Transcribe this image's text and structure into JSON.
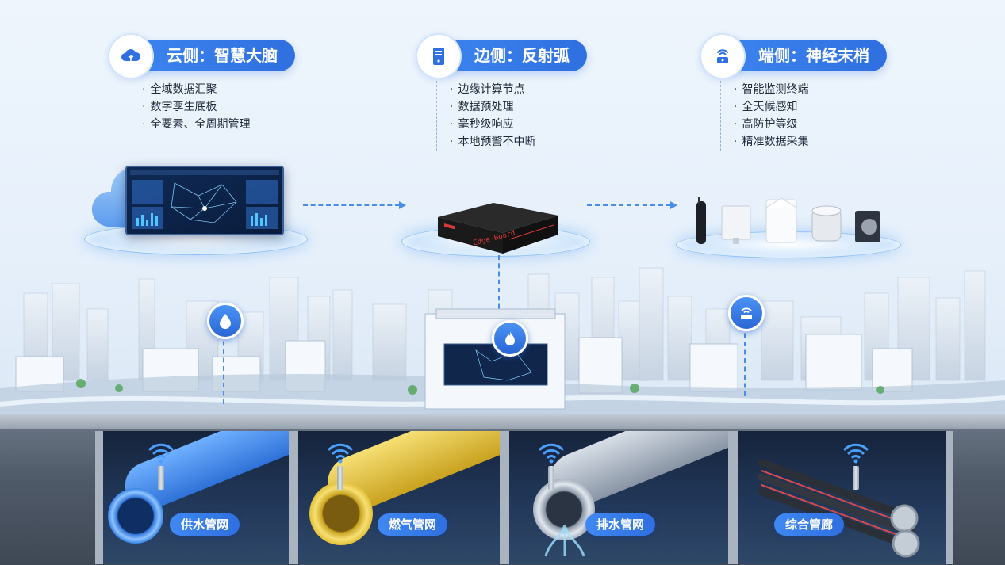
{
  "tiers": [
    {
      "id": "cloud",
      "title": "云侧：智慧大脑",
      "icon": "cloud-tree-icon",
      "bullets": [
        "全域数据汇聚",
        "数字孪生底板",
        "全要素、全周期管理"
      ]
    },
    {
      "id": "edge",
      "title": "边侧：反射弧",
      "icon": "server-icon",
      "bullets": [
        "边缘计算节点",
        "数据预处理",
        "毫秒级响应",
        "本地预警不中断"
      ]
    },
    {
      "id": "terminal",
      "title": "端侧：神经末梢",
      "icon": "sensor-signal-icon",
      "bullets": [
        "智能监测终端",
        "全天候感知",
        "高防护等级",
        "精准数据采集"
      ]
    }
  ],
  "edge_device": {
    "brand": "Edge-Board"
  },
  "city_markers": [
    "water-drop-icon",
    "gas-flame-icon",
    "sewer-icon"
  ],
  "pipelines": [
    {
      "label": "供水管网",
      "icon": "wifi-icon"
    },
    {
      "label": "燃气管网",
      "icon": "wifi-icon"
    },
    {
      "label": "排水管网",
      "icon": "wifi-icon"
    },
    {
      "label": "综合管廊",
      "icon": "wifi-icon"
    }
  ],
  "colors": {
    "accent": "#2f6fe0",
    "water": "#3a86e8",
    "gas": "#e3c23a",
    "drain": "#a9b4c2"
  }
}
